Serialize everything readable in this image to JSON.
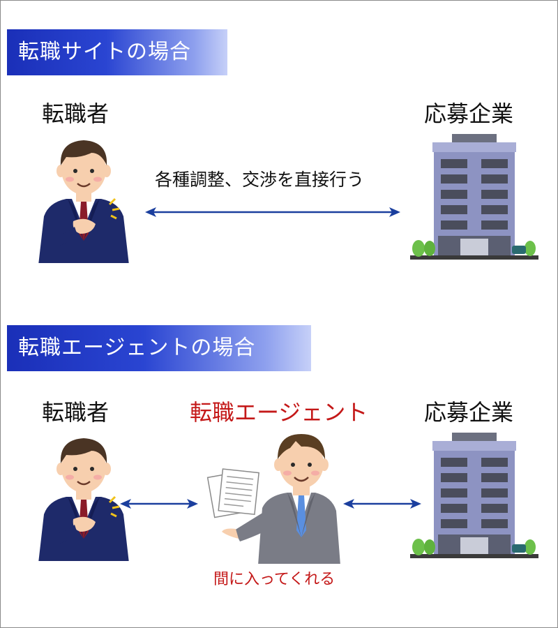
{
  "section1": {
    "banner": "転職サイトの場合",
    "person_label": "転職者",
    "company_label": "応募企業",
    "arrow_caption": "各種調整、交渉を直接行う"
  },
  "section2": {
    "banner": "転職エージェントの場合",
    "person_label": "転職者",
    "agent_label": "転職エージェント",
    "company_label": "応募企業",
    "agent_caption": "間に入ってくれる"
  },
  "colors": {
    "banner_start": "#1a2fb8",
    "arrow": "#1b3f9e",
    "suit": "#1e2a6a",
    "agent_suit": "#7a7c86",
    "agent_text": "#c41818",
    "building": "#8d93c2"
  },
  "icons": {
    "person": "job-seeker-illustration",
    "agent": "recruiting-agent-illustration",
    "company": "office-building-illustration",
    "documents": "documents-icon"
  }
}
